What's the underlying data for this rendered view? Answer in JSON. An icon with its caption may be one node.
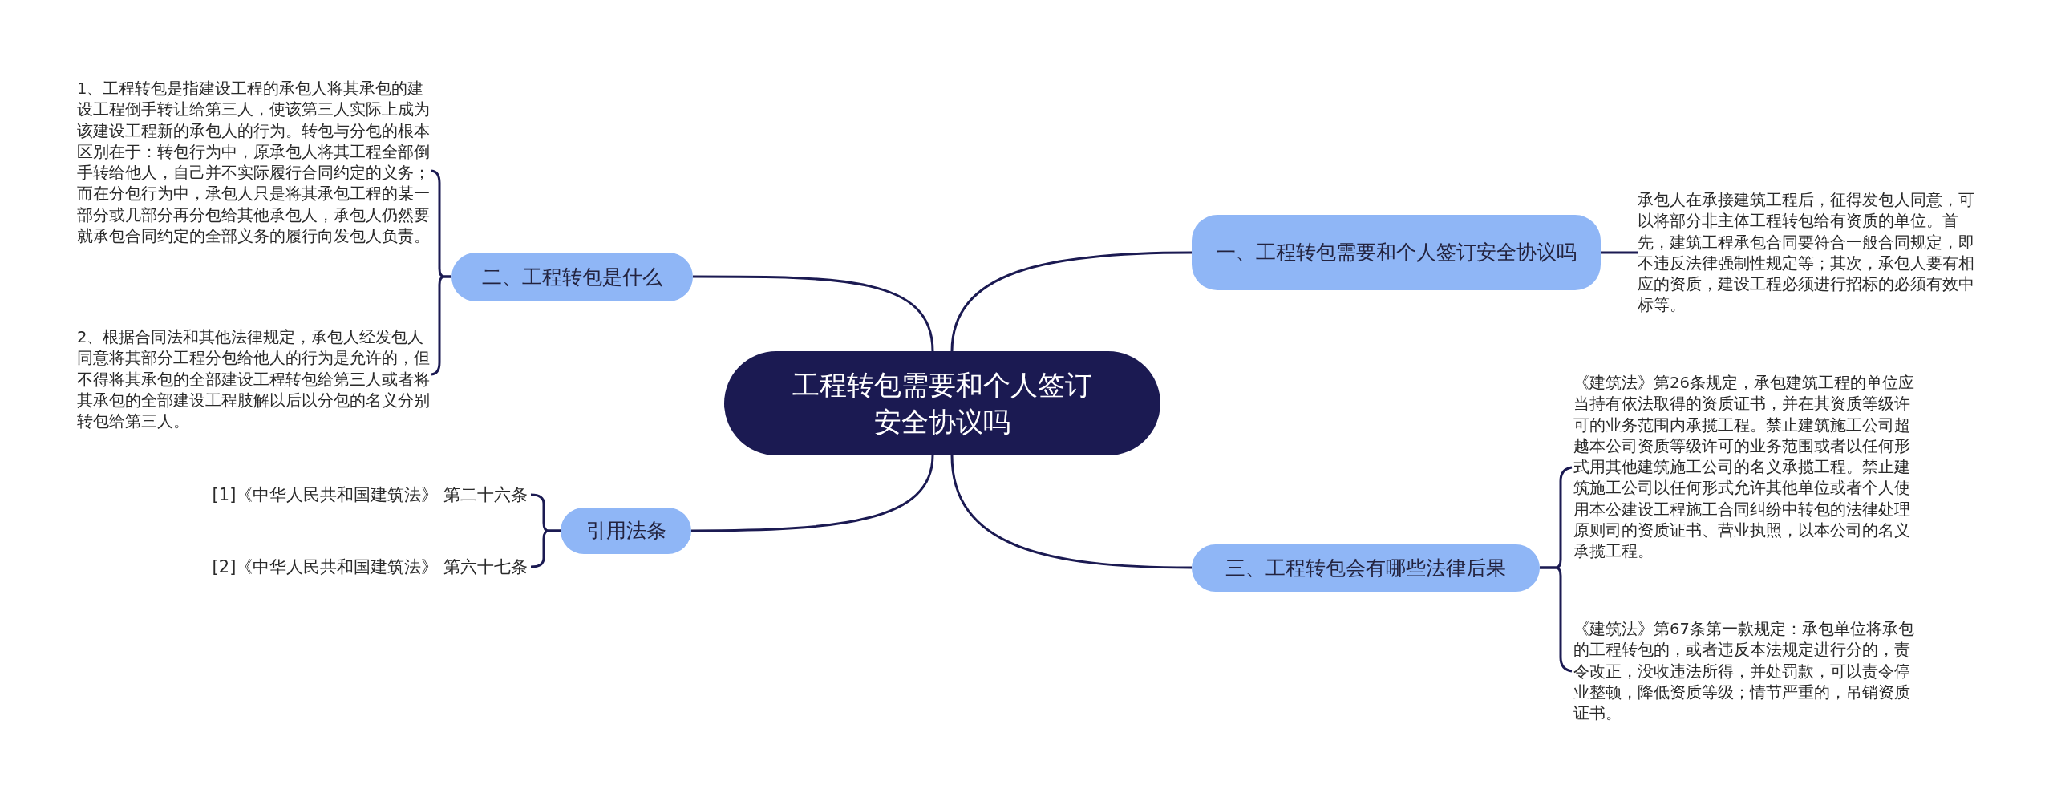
{
  "diagram": {
    "nodes": [
      {
        "text": [
          "工程转包需要和个人签订安全协议吗"
        ]
      },
      {
        "text": [
          "一、工程转包需要和个人签订安全协议吗"
        ]
      },
      {
        "text": [
          "承包人在承接建筑工程后，征得发包人同意，可以将部分非主体工程转包给有资质的单位。首先，建筑工程承包合同要符合一般合同规定，即不违反法律强制性规定等；其次，承包人要有相应的资质，建设工程必须进行招标的必须有效中标等。"
        ]
      },
      {
        "text": [
          "二、工程转包是什么"
        ]
      },
      {
        "text": [
          "1、工程转包是指建设工程的承包人将其承包的建设工程倒手转让给第三人，使该第三人实际上成为该建设工程新的承包人的行为。转包与分包的根本区别在于：转包行为中，原承包人将其工程全部倒手转给他人，自己并不实际履行合同约定的义务；而在分包行为中，承包人只是将其承包工程的某一部分或几部分再分包给其他承包人，承包人仍然要就承包合同约定的全部义务的履行向发包人负责。"
        ]
      },
      {
        "text": [
          "2、根据合同法和其他法律规定，承包人经发包人同意将其部分工程分包给他人的行为是允许的，但不得将其承包的全部建设工程转包给第三人或者将其承包的全部建设工程肢解以后以分包的名义分别转包给第三人。"
        ]
      },
      {
        "text": [
          "三、工程转包会有哪些法律后果"
        ]
      },
      {
        "text": [
          "《建筑法》第26条规定，承包建筑工程的单位应当持有依法取得的资质证书，并在其资质等级许可的业务范围内承揽工程。禁止建筑施工公司超越本公司资质等级许可的业务范围或者以任何形式用其他建筑施工公司的名义承揽工程。禁止建筑施工公司以任何形式允许其他单位或者个人使用本公建设工程施工合同纠纷中转包的法律处理原则司的资质证书、营业执照，以本公司的名义承揽工程。"
        ]
      },
      {
        "text": [
          "《建筑法》第67条第一款规定：承包单位将承包的工程转包的，或者违反本法规定进行分的，责令改正，没收违法所得，并处罚款，可以责令停业整顿，降低资质等级；情节严重的，吊销资质证书。"
        ]
      },
      {
        "text": [
          "引用法条"
        ]
      },
      {
        "text": [
          "[1]《中华人民共和国建筑法》 第二十六条"
        ]
      },
      {
        "text": [
          "[2]《中华人民共和国建筑法》 第六十七条"
        ]
      }
    ],
    "edges": [
      {
        "from": 0,
        "to": 1,
        "arrow": "none"
      },
      {
        "from": 0,
        "to": 3,
        "arrow": "none"
      },
      {
        "from": 0,
        "to": 6,
        "arrow": "none"
      },
      {
        "from": 0,
        "to": 9,
        "arrow": "none"
      },
      {
        "from": 1,
        "to": 2,
        "arrow": "none"
      },
      {
        "from": 3,
        "to": 4,
        "arrow": "none"
      },
      {
        "from": 3,
        "to": 5,
        "arrow": "none"
      },
      {
        "from": 6,
        "to": 7,
        "arrow": "none"
      },
      {
        "from": 6,
        "to": 8,
        "arrow": "none"
      },
      {
        "from": 9,
        "to": 10,
        "arrow": "none"
      },
      {
        "from": 9,
        "to": 11,
        "arrow": "none"
      }
    ]
  }
}
